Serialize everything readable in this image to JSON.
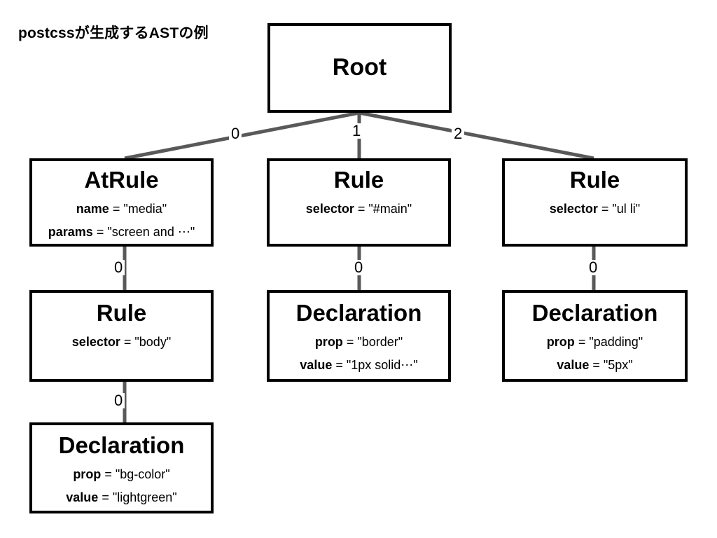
{
  "title": "postcssが生成するASTの例",
  "theme": {
    "background": "#ffffff",
    "node_border": "#000000",
    "node_fill": "#ffffff",
    "edge_color": "#595959",
    "text_color": "#000000"
  },
  "nodes": {
    "root": {
      "type": "Root",
      "attrs": []
    },
    "atrule": {
      "type": "AtRule",
      "attrs": [
        {
          "key": "name",
          "eq": "=",
          "value": "\"media\""
        },
        {
          "key": "params",
          "eq": "=",
          "value": "\"screen and ⋯\""
        }
      ]
    },
    "rule_main": {
      "type": "Rule",
      "attrs": [
        {
          "key": "selector",
          "eq": "=",
          "value": "\"#main\""
        }
      ]
    },
    "rule_ulli": {
      "type": "Rule",
      "attrs": [
        {
          "key": "selector",
          "eq": "=",
          "value": "\"ul li\""
        }
      ]
    },
    "rule_body": {
      "type": "Rule",
      "attrs": [
        {
          "key": "selector",
          "eq": "=",
          "value": "\"body\""
        }
      ]
    },
    "decl_border": {
      "type": "Declaration",
      "attrs": [
        {
          "key": "prop",
          "eq": "=",
          "value": "\"border\""
        },
        {
          "key": "value",
          "eq": "=",
          "value": "\"1px solid⋯\""
        }
      ]
    },
    "decl_padding": {
      "type": "Declaration",
      "attrs": [
        {
          "key": "prop",
          "eq": "=",
          "value": "\"padding\""
        },
        {
          "key": "value",
          "eq": "=",
          "value": "\"5px\""
        }
      ]
    },
    "decl_bgcolor": {
      "type": "Declaration",
      "attrs": [
        {
          "key": "prop",
          "eq": "=",
          "value": "\"bg-color\""
        },
        {
          "key": "value",
          "eq": "=",
          "value": "\"lightgreen\""
        }
      ]
    }
  },
  "edges": [
    {
      "from": "root",
      "to": "atrule",
      "label": "0"
    },
    {
      "from": "root",
      "to": "rule_main",
      "label": "1"
    },
    {
      "from": "root",
      "to": "rule_ulli",
      "label": "2"
    },
    {
      "from": "atrule",
      "to": "rule_body",
      "label": "0"
    },
    {
      "from": "rule_main",
      "to": "decl_border",
      "label": "0"
    },
    {
      "from": "rule_ulli",
      "to": "decl_padding",
      "label": "0"
    },
    {
      "from": "rule_body",
      "to": "decl_bgcolor",
      "label": "0"
    }
  ]
}
